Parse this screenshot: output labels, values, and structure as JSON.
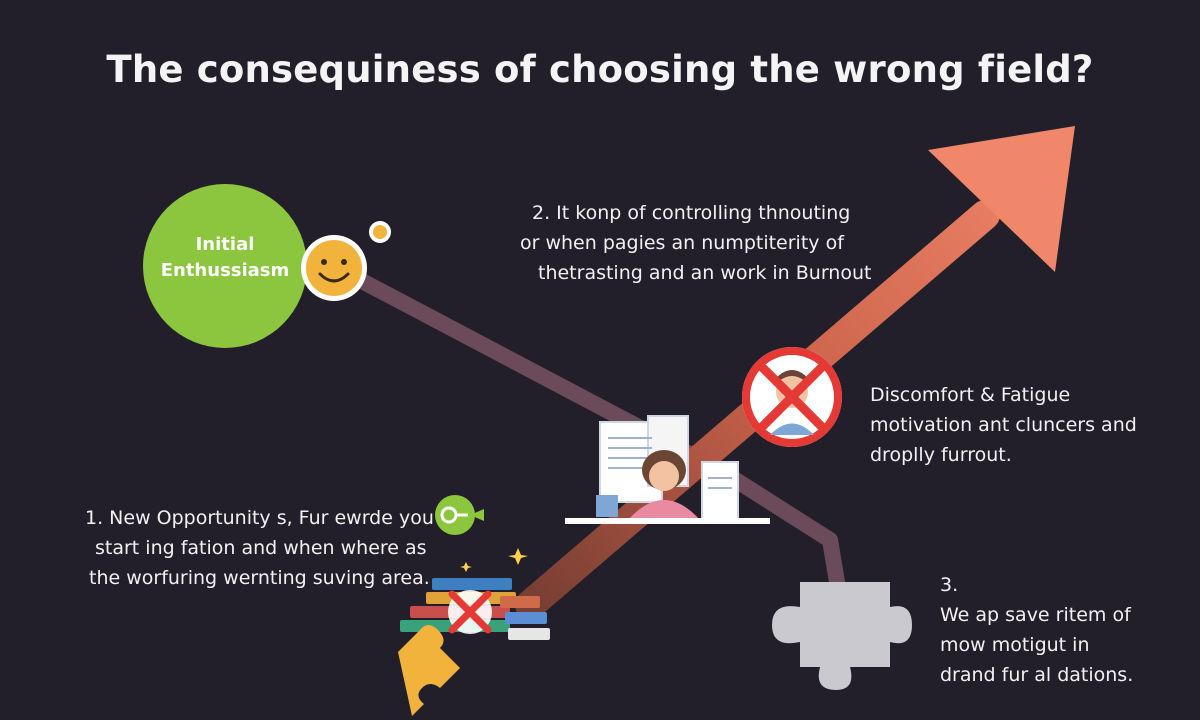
{
  "title": "The consequiness of choosing the wrong field?",
  "start_node": {
    "label_lines": [
      "Initial",
      "Enthussiasm"
    ]
  },
  "steps": [
    {
      "id": "step1",
      "lines": [
        "1. New Opportunity s, Fur ewrde you",
        "start ing fation and when where as",
        "the worfuring wernting suving area."
      ]
    },
    {
      "id": "step2",
      "lines": [
        "2. It konp of controlling thnouting",
        "or when pagies an numptiterity of",
        "thetrasting and an work in Burnout"
      ]
    },
    {
      "id": "step_discomfort",
      "lines": [
        "Discomfort & Fatigue",
        "motivation ant cluncers and",
        "droplly furrout."
      ]
    },
    {
      "id": "step3",
      "lines": [
        "3.",
        "We ap save ritem of",
        "mow motigut in",
        "drand fur al dations."
      ]
    }
  ],
  "colors": {
    "background": "#221f2b",
    "start_circle": "#8cc63f",
    "smiley": "#f2b33d",
    "arrow": "#f08566",
    "path": "#6b4b5a",
    "prohibit": "#e53935",
    "puzzle_gray": "#c9c9cf",
    "puzzle_yellow": "#f2b33d"
  },
  "icons": [
    "smiley-icon",
    "arrow-up-right-icon",
    "prohibited-person-icon",
    "desk-stress-icon",
    "books-stack-icon",
    "puzzle-piece-icon",
    "key-icon",
    "sparkle-icon"
  ]
}
